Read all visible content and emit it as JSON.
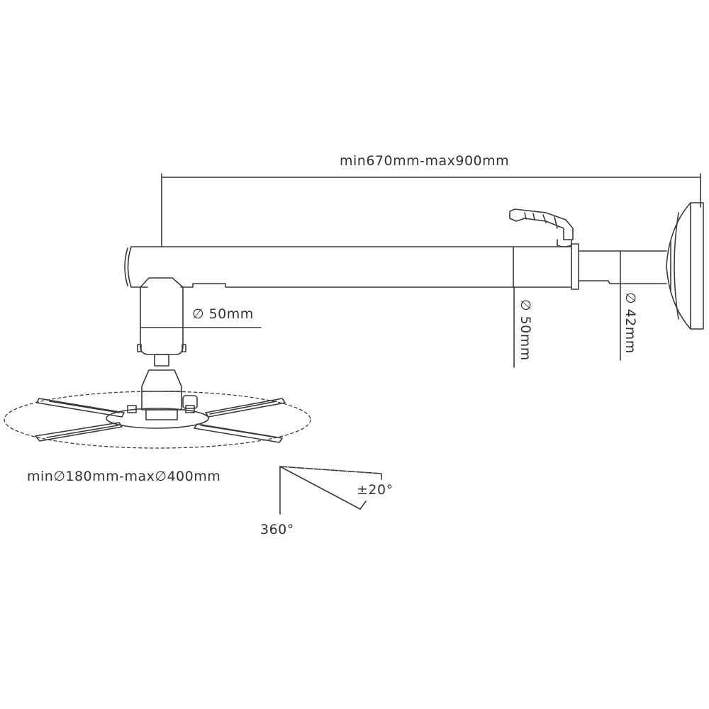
{
  "diagram": {
    "title": "Projector wall mount dimension drawing",
    "colors": {
      "line": "#3a3a3a",
      "text": "#333333",
      "background": "#ffffff"
    },
    "labels": {
      "arm_length": "min670mm-max900mm",
      "arm_diameter_left": "∅ 50mm",
      "arm_diameter_mid": "∅ 50mm",
      "arm_diameter_wall": "∅ 42mm",
      "bracket_span": "min∅180mm-max∅400mm",
      "tilt": "±20°",
      "swivel": "360°"
    },
    "parts": [
      "extension-arm",
      "wall-plate",
      "locking-lever",
      "inner-tube",
      "head-joint",
      "spider-bracket"
    ]
  }
}
